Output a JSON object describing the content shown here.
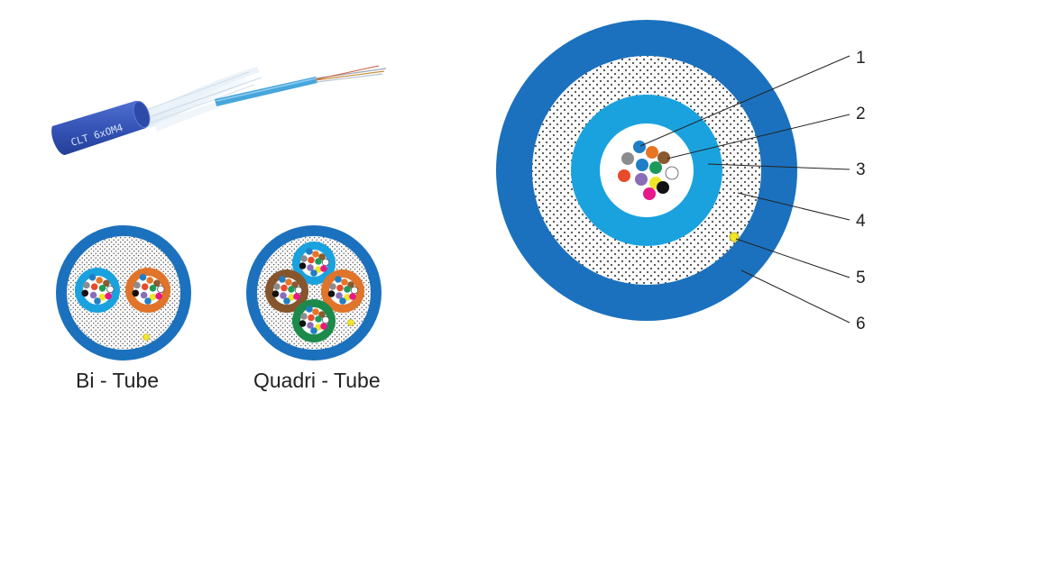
{
  "figure": {
    "captions": {
      "bi_tube": "Bi - Tube",
      "quadri_tube": "Quadri - Tube"
    },
    "cable_marking": "CLT 6xOM4",
    "callouts": [
      "1",
      "2",
      "3",
      "4",
      "5",
      "6"
    ]
  },
  "colors": {
    "outer_jacket": "#1b71bd",
    "filler_background": "#fafafa",
    "tube_light_blue": "#1aa2df",
    "tube_orange": "#e0742a",
    "tube_brown": "#86552b",
    "tube_green": "#1c8a4a",
    "ripcord_yellow": "#f0e526",
    "leader_line": "#222222",
    "fiber_colors": [
      "#1f7fc6",
      "#e87524",
      "#8a5a30",
      "#8c8c8c",
      "#e84a2b",
      "#1b9a5a",
      "#ffffff",
      "#111111",
      "#8a6cb8",
      "#f0e526",
      "#e6188a",
      "#1f7fc6"
    ]
  }
}
